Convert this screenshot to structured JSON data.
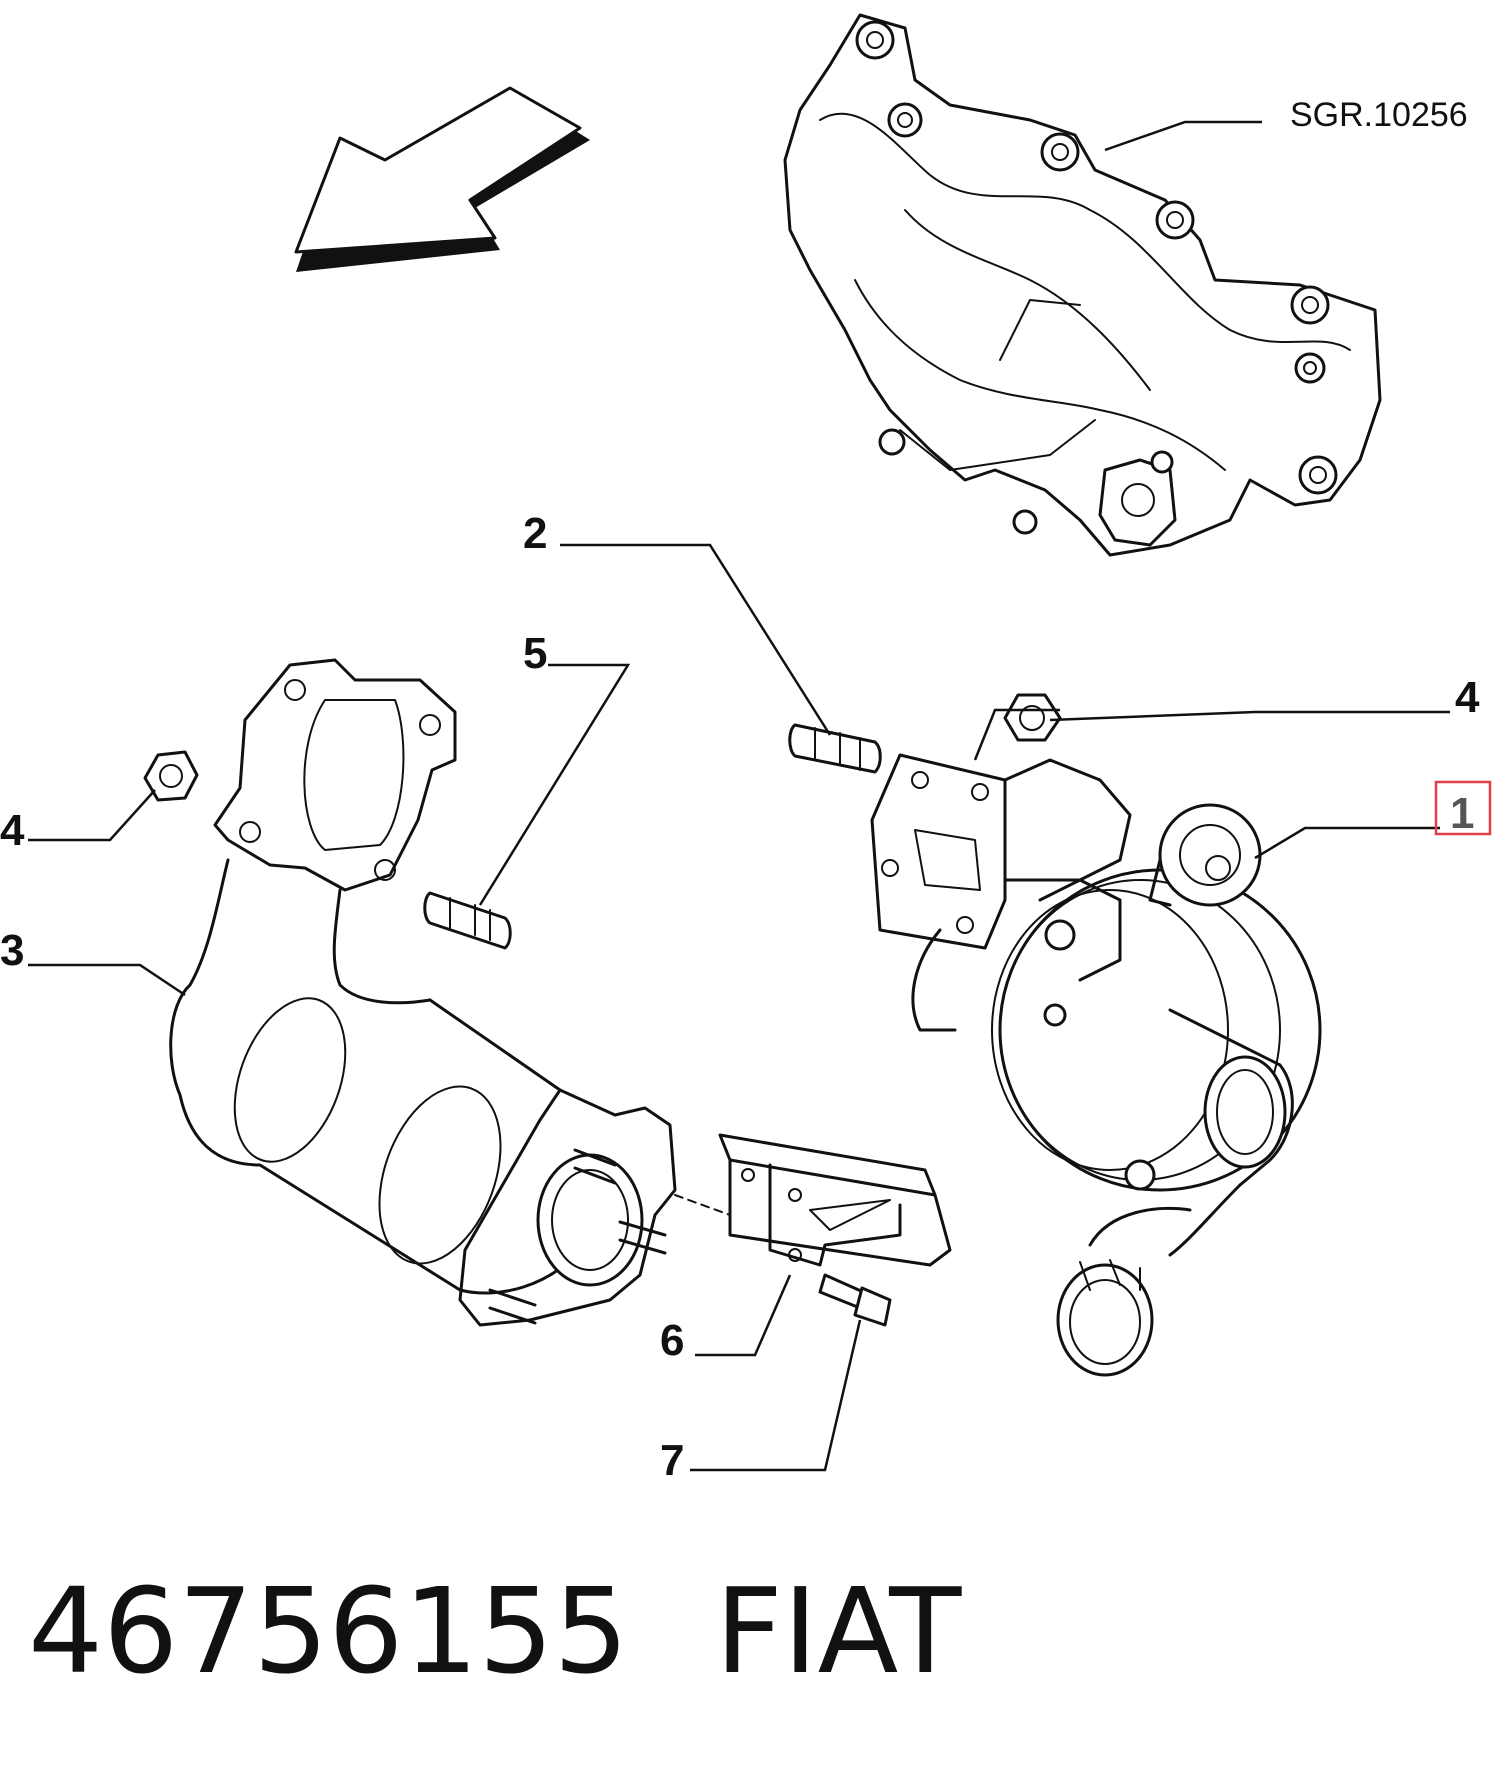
{
  "diagram": {
    "reference_code": "SGR.10256",
    "callouts": [
      {
        "id": "callout-1",
        "label": "1",
        "highlighted": true
      },
      {
        "id": "callout-2",
        "label": "2"
      },
      {
        "id": "callout-3",
        "label": "3"
      },
      {
        "id": "callout-4-right",
        "label": "4"
      },
      {
        "id": "callout-4-left",
        "label": "4"
      },
      {
        "id": "callout-5",
        "label": "5"
      },
      {
        "id": "callout-6",
        "label": "6"
      },
      {
        "id": "callout-7",
        "label": "7"
      }
    ],
    "highlight_color": "#e0404a"
  },
  "footer": {
    "part_number": "46756155",
    "brand": "FIAT"
  }
}
